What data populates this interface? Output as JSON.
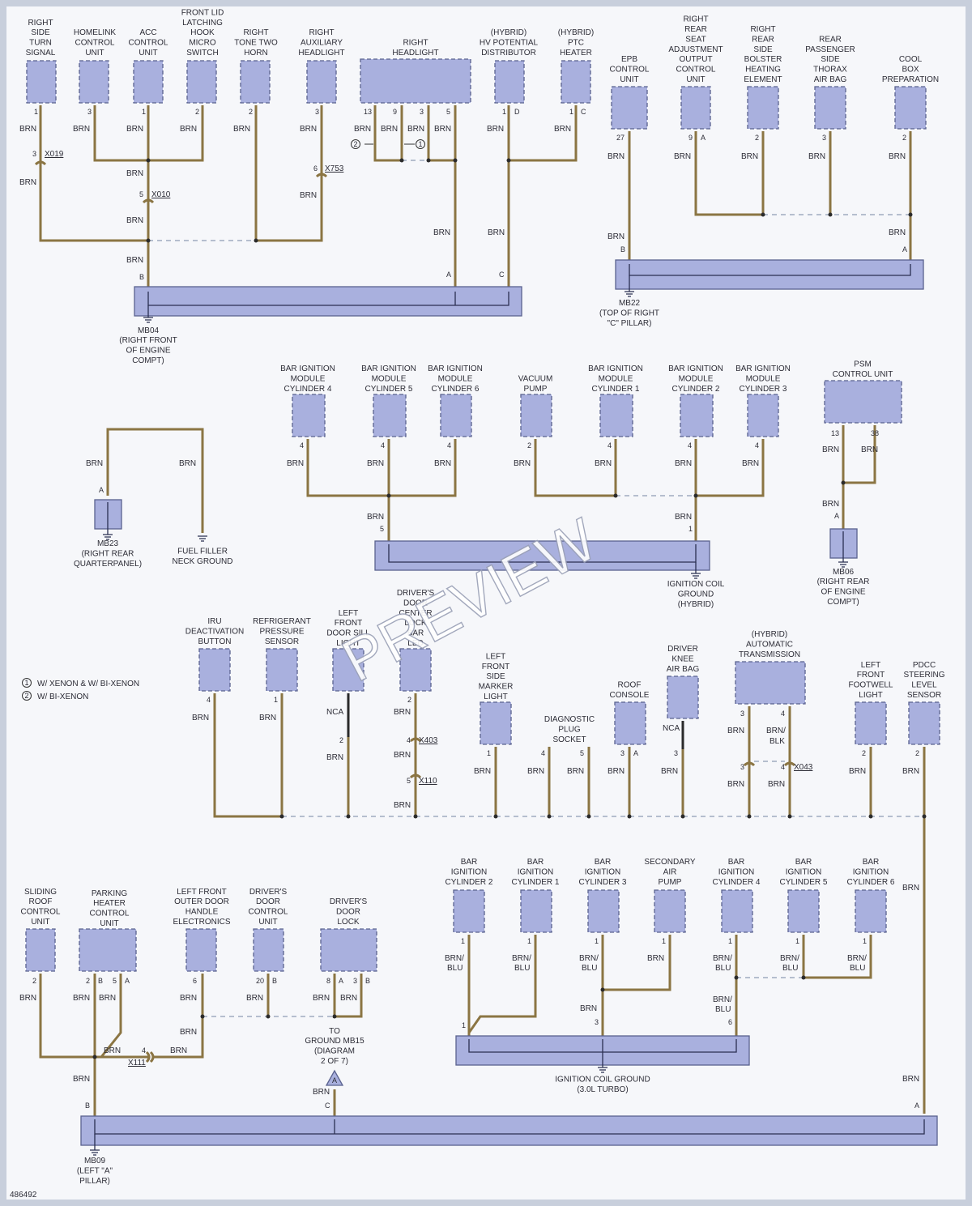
{
  "diagram_id": "486492",
  "watermark": "PREVIEW",
  "notes": [
    {
      "num": "1",
      "text": "W/ XENON & W/ BI-XENON"
    },
    {
      "num": "2",
      "text": "W/ BI-XENON"
    }
  ],
  "section1": {
    "components": [
      {
        "id": "c1",
        "lines": [
          "RIGHT",
          "SIDE",
          "TURN",
          "SIGNAL"
        ],
        "pin": "1"
      },
      {
        "id": "c2",
        "lines": [
          "HOMELINK",
          "CONTROL",
          "UNIT"
        ],
        "pin": "3"
      },
      {
        "id": "c3",
        "lines": [
          "ACC",
          "CONTROL",
          "UNIT"
        ],
        "pin": "1"
      },
      {
        "id": "c4",
        "lines": [
          "FRONT LID",
          "LATCHING",
          "HOOK",
          "MICRO",
          "SWITCH"
        ],
        "pin": "2"
      },
      {
        "id": "c5",
        "lines": [
          "RIGHT",
          "TONE TWO",
          "HORN"
        ],
        "pin": "2"
      },
      {
        "id": "c6",
        "lines": [
          "RIGHT",
          "AUXILIARY",
          "HEADLIGHT"
        ],
        "pin": "3"
      },
      {
        "id": "c7",
        "lines": [
          "RIGHT",
          "HEADLIGHT"
        ],
        "pins": [
          "13",
          "9",
          "3",
          "5"
        ]
      },
      {
        "id": "c8",
        "lines": [
          "(HYBRID)",
          "HV POTENTIAL",
          "DISTRIBUTOR"
        ],
        "pin": "1",
        "pin_letter": "D"
      },
      {
        "id": "c9",
        "lines": [
          "(HYBRID)",
          "PTC",
          "HEATER"
        ],
        "pin": "1",
        "pin_letter": "C"
      }
    ],
    "connectors": [
      {
        "pin": "3",
        "name": "X019"
      },
      {
        "pin": "5",
        "name": "X010"
      },
      {
        "pin": "6",
        "name": "X753"
      }
    ],
    "wire": "BRN",
    "ground_pins": [
      "B",
      "A",
      "C"
    ],
    "ground_lines": [
      "MB04",
      "(RIGHT FRONT",
      "OF ENGINE",
      "COMPT)"
    ]
  },
  "section2": {
    "components": [
      {
        "id": "d1",
        "lines": [
          "EPB",
          "CONTROL",
          "UNIT"
        ],
        "pin": "27"
      },
      {
        "id": "d2",
        "lines": [
          "RIGHT",
          "REAR",
          "SEAT",
          "ADJUSTMENT",
          "OUTPUT",
          "CONTROL",
          "UNIT"
        ],
        "pin": "9",
        "pin_letter": "A"
      },
      {
        "id": "d3",
        "lines": [
          "RIGHT",
          "REAR",
          "SIDE",
          "BOLSTER",
          "HEATING",
          "ELEMENT"
        ],
        "pin": "2"
      },
      {
        "id": "d4",
        "lines": [
          "REAR",
          "PASSENGER",
          "SIDE",
          "THORAX",
          "AIR BAG"
        ],
        "pin": "3"
      },
      {
        "id": "d5",
        "lines": [
          "COOL",
          "BOX",
          "PREPARATION"
        ],
        "pin": "2"
      }
    ],
    "ground_pins": [
      "B",
      "A"
    ],
    "ground_lines": [
      "MB22",
      "(TOP OF RIGHT",
      "\"C\" PILLAR)"
    ]
  },
  "section3": {
    "mb23_pin": "A",
    "mb23_lines": [
      "MB23",
      "(RIGHT REAR",
      "QUARTERPANEL)"
    ],
    "fuel_lines": [
      "FUEL FILLER",
      "NECK GROUND"
    ],
    "components": [
      {
        "id": "e1",
        "lines": [
          "BAR IGNITION",
          "MODULE",
          "CYLINDER 4"
        ],
        "pin": "4"
      },
      {
        "id": "e2",
        "lines": [
          "BAR IGNITION",
          "MODULE",
          "CYLINDER 5"
        ],
        "pin": "4"
      },
      {
        "id": "e3",
        "lines": [
          "BAR IGNITION",
          "MODULE",
          "CYLINDER 6"
        ],
        "pin": "4"
      },
      {
        "id": "e4",
        "lines": [
          "VACUUM",
          "PUMP"
        ],
        "pin": "2"
      },
      {
        "id": "e5",
        "lines": [
          "BAR IGNITION",
          "MODULE",
          "CYLINDER 1"
        ],
        "pin": "4"
      },
      {
        "id": "e6",
        "lines": [
          "BAR IGNITION",
          "MODULE",
          "CYLINDER 2"
        ],
        "pin": "4"
      },
      {
        "id": "e7",
        "lines": [
          "BAR IGNITION",
          "MODULE",
          "CYLINDER 3"
        ],
        "pin": "4"
      }
    ],
    "ground_pins": [
      "5",
      "1"
    ],
    "ground_lines": [
      "IGNITION COIL",
      "GROUND",
      "(HYBRID)"
    ],
    "psm_lines": [
      "PSM",
      "CONTROL UNIT"
    ],
    "psm_pins": [
      "13",
      "38"
    ],
    "mb06_pin": "A",
    "mb06_lines": [
      "MB06",
      "(RIGHT REAR",
      "OF ENGINE",
      "COMPT)"
    ]
  },
  "section4": {
    "components": [
      {
        "id": "f1",
        "lines": [
          "IRU",
          "DEACTIVATION",
          "BUTTON"
        ],
        "pin": "4"
      },
      {
        "id": "f2",
        "lines": [
          "REFRIGERANT",
          "PRESSURE",
          "SENSOR"
        ],
        "pin": "1"
      },
      {
        "id": "f3",
        "lines": [
          "LEFT",
          "FRONT",
          "DOOR SILL",
          "LIGHT"
        ],
        "pin": "2",
        "wire": "NCA"
      },
      {
        "id": "f4",
        "lines": [
          "DRIVER'S",
          "DOOR",
          "CENTER",
          "LOCK",
          "BAR",
          "LED"
        ],
        "pin": "2"
      },
      {
        "id": "f5",
        "lines": [
          "LEFT",
          "FRONT",
          "SIDE",
          "MARKER",
          "LIGHT"
        ],
        "pin": "1"
      },
      {
        "id": "f6",
        "lines": [
          "DIAGNOSTIC",
          "PLUG",
          "SOCKET"
        ],
        "pins": [
          "4",
          "5"
        ]
      },
      {
        "id": "f7",
        "lines": [
          "ROOF",
          "CONSOLE"
        ],
        "pin": "3",
        "pin_letter": "A"
      },
      {
        "id": "f8",
        "lines": [
          "DRIVER",
          "KNEE",
          "AIR BAG"
        ],
        "pin": "3",
        "wire": "NCA"
      },
      {
        "id": "f9",
        "lines": [
          "(HYBRID)",
          "AUTOMATIC",
          "TRANSMISSION"
        ],
        "pins": [
          "3",
          "4"
        ]
      },
      {
        "id": "f10",
        "lines": [
          "LEFT",
          "FRONT",
          "FOOTWELL",
          "LIGHT"
        ],
        "pin": "2"
      },
      {
        "id": "f11",
        "lines": [
          "PDCC",
          "STEERING",
          "LEVEL",
          "SENSOR"
        ],
        "pin": "2"
      }
    ],
    "connectors": [
      {
        "pin": "4",
        "name": "X403"
      },
      {
        "pin": "5",
        "name": "X110"
      },
      {
        "pin": "4",
        "name": "X043"
      }
    ],
    "wire_alt": "BRN/BLK"
  },
  "section5": {
    "components": [
      {
        "id": "g1",
        "lines": [
          "SLIDING",
          "ROOF",
          "CONTROL",
          "UNIT"
        ],
        "pin": "2"
      },
      {
        "id": "g2",
        "lines": [
          "PARKING",
          "HEATER",
          "CONTROL",
          "UNIT"
        ],
        "pins": [
          "2",
          "5"
        ],
        "letters": [
          "B",
          "A"
        ]
      },
      {
        "id": "g3",
        "lines": [
          "LEFT FRONT",
          "OUTER DOOR",
          "HANDLE",
          "ELECTRONICS"
        ],
        "pin": "6"
      },
      {
        "id": "g4",
        "lines": [
          "DRIVER'S",
          "DOOR",
          "CONTROL",
          "UNIT"
        ],
        "pin": "20",
        "pin_letter": "B"
      },
      {
        "id": "g5",
        "lines": [
          "DRIVER'S",
          "DOOR",
          "LOCK"
        ],
        "pins": [
          "8",
          "3"
        ],
        "letters": [
          "A",
          "B"
        ]
      }
    ],
    "connectors": [
      {
        "pin": "4",
        "name": "X111"
      }
    ],
    "to_ground_lines": [
      "TO",
      "GROUND MB15",
      "(DIAGRAM",
      "2 OF 7)"
    ],
    "offpage_letter": "A",
    "ground_pins": [
      "B",
      "C",
      "A"
    ],
    "ground_lines": [
      "MB09",
      "(LEFT \"A\"",
      "PILLAR)"
    ]
  },
  "section6": {
    "components": [
      {
        "id": "h1",
        "lines": [
          "BAR",
          "IGNITION",
          "CYLINDER 2"
        ],
        "pin": "1"
      },
      {
        "id": "h2",
        "lines": [
          "BAR",
          "IGNITION",
          "CYLINDER 1"
        ],
        "pin": "1"
      },
      {
        "id": "h3",
        "lines": [
          "BAR",
          "IGNITION",
          "CYLINDER 3"
        ],
        "pin": "1"
      },
      {
        "id": "h4",
        "lines": [
          "SECONDARY",
          "AIR",
          "PUMP"
        ],
        "pin": "1"
      },
      {
        "id": "h5",
        "lines": [
          "BAR",
          "IGNITION",
          "CYLINDER 4"
        ],
        "pin": "1"
      },
      {
        "id": "h6",
        "lines": [
          "BAR",
          "IGNITION",
          "CYLINDER 5"
        ],
        "pin": "1"
      },
      {
        "id": "h7",
        "lines": [
          "BAR",
          "IGNITION",
          "CYLINDER 6"
        ],
        "pin": "1"
      }
    ],
    "wire": "BRN/\nBLU",
    "ground_pins": [
      "1",
      "3",
      "6"
    ],
    "ground_lines": [
      "IGNITION COIL GROUND",
      "(3.0L TURBO)"
    ]
  }
}
